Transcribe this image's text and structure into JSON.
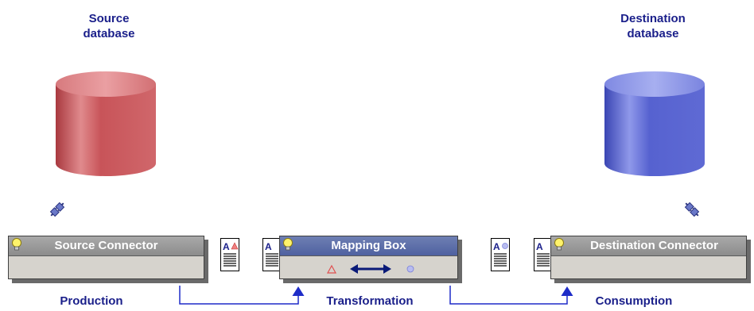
{
  "source_db_label": "Source\ndatabase",
  "dest_db_label": "Destination\ndatabase",
  "source_connector_title": "Source Connector",
  "mapping_box_title": "Mapping Box",
  "dest_connector_title": "Destination Connector",
  "production_label": "Production",
  "transformation_label": "Transformation",
  "consumption_label": "Consumption",
  "doc_letter": "A",
  "colors": {
    "label_blue": "#1a1f8a",
    "source_db": "#c24a4f",
    "dest_db": "#4d58c4",
    "connector_line": "#1e2cc8",
    "mapping_title": "#5466a4",
    "connector_title": "#9a9a9a"
  },
  "icons": {
    "source_plug": "plug-icon",
    "dest_plug": "plug-icon",
    "bulb": "lightbulb-icon",
    "document": "document-icon",
    "bidirectional_arrow": "double-arrow-icon",
    "triangle": "triangle-icon",
    "circle": "circle-icon"
  }
}
